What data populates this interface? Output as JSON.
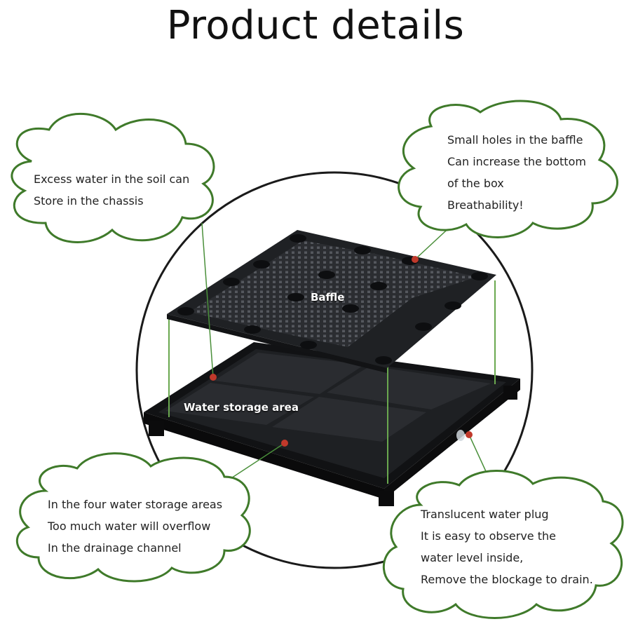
{
  "title": "Product details",
  "colors": {
    "cloud_stroke": "#3f7a2a",
    "leader_line": "#4a8f3a",
    "marker_dot": "#c0392b",
    "product": "#1c1d20"
  },
  "callouts": {
    "soil": {
      "lines": [
        "Excess water in the soil can",
        "Store in the chassis"
      ]
    },
    "holes": {
      "lines": [
        "Small holes in the baffle",
        "Can increase the bottom",
        "of the box",
        "Breathability!"
      ]
    },
    "storage": {
      "lines": [
        "In the four water storage areas",
        "Too much water will overflow",
        "In the drainage channel"
      ]
    },
    "plug": {
      "lines": [
        "Translucent water plug",
        "It is easy to observe the",
        "water level inside,",
        "Remove the blockage to drain."
      ]
    }
  },
  "labels": {
    "baffle": "Baffle",
    "water_storage": "Water storage area"
  }
}
